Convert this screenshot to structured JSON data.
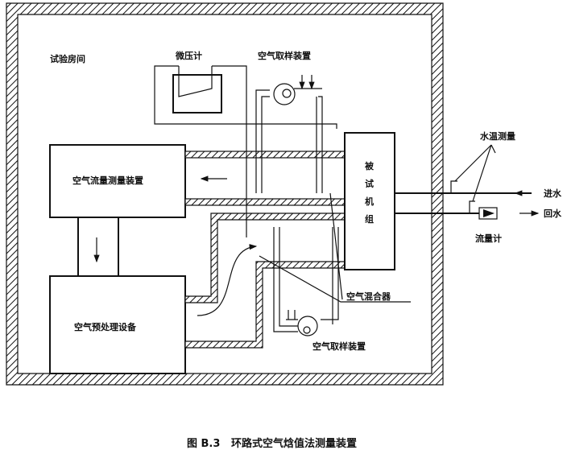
{
  "labels": {
    "room": "试验房间",
    "micromanometer": "微压计",
    "sampler_top": "空气取样装置",
    "flow_measure": "空气流量测量装置",
    "unit": [
      "被",
      "试",
      "机",
      "组"
    ],
    "water_temp": "水温测量",
    "water_in": "进水",
    "water_out": "回水",
    "flow_meter": "流量计",
    "mixer": "空气混合器",
    "preprocess": "空气预处理设备",
    "sampler_bottom": "空气取样装置"
  },
  "caption": "图 B.3   环路式空气焓值法测量装置"
}
